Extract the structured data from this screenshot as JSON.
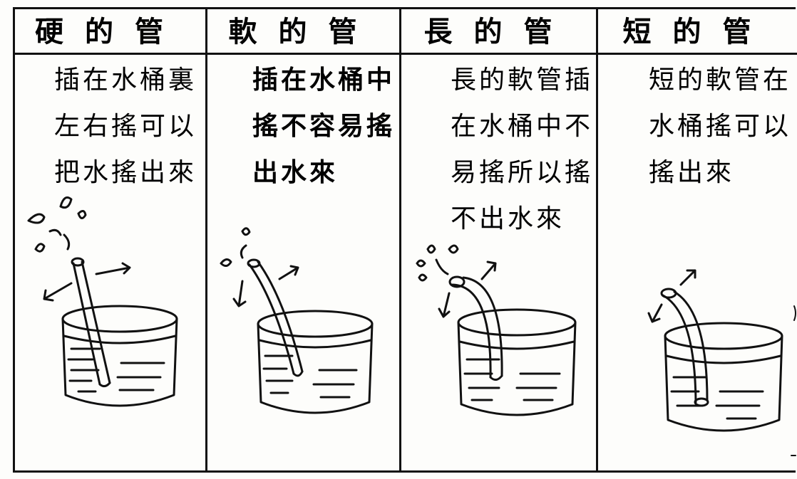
{
  "panels": [
    {
      "header": "硬的管",
      "lines": [
        "插在水桶裏",
        "左右搖可以",
        "把水搖出來"
      ]
    },
    {
      "header": "軟的管",
      "lines": [
        "插在水桶中",
        "搖不容易搖",
        "出水來"
      ]
    },
    {
      "header": "長的管",
      "lines": [
        "長的軟管插",
        "在水桶中不",
        "易搖所以搖",
        "不出水來"
      ]
    },
    {
      "header": "短的管",
      "lines": [
        "短的軟管在",
        "水桶搖可以",
        "搖出來"
      ]
    }
  ]
}
